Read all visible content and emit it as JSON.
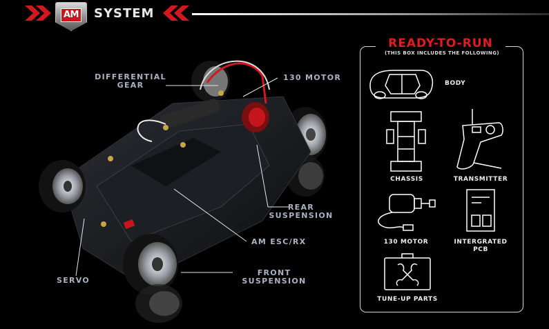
{
  "header": {
    "logo_text": "AM",
    "title": "SYSTEM"
  },
  "callouts": {
    "differential_gear": [
      "DIFFERENTIAL",
      "GEAR"
    ],
    "motor_130": "130 MOTOR",
    "rear_suspension": [
      "REAR",
      "SUSPENSION"
    ],
    "am_esc_rx": "AM ESC/RX",
    "servo": "SERVO",
    "front_suspension": [
      "FRONT",
      "SUSPENSION"
    ]
  },
  "ready_to_run": {
    "title": "READY-TO-RUN",
    "subtitle": "(THIS BOX INCLUDES THE FOLLOWING)",
    "items": {
      "body": "BODY",
      "chassis": "CHASSIS",
      "transmitter": "TRANSMITTER",
      "motor": "130 MOTOR",
      "pcb": [
        "INTERGRATED",
        "PCB"
      ],
      "tune_up": "TUNE-UP PARTS"
    }
  },
  "colors": {
    "accent_red": "#e01b23",
    "callout_text": "#aab2c3",
    "background": "#000000"
  }
}
